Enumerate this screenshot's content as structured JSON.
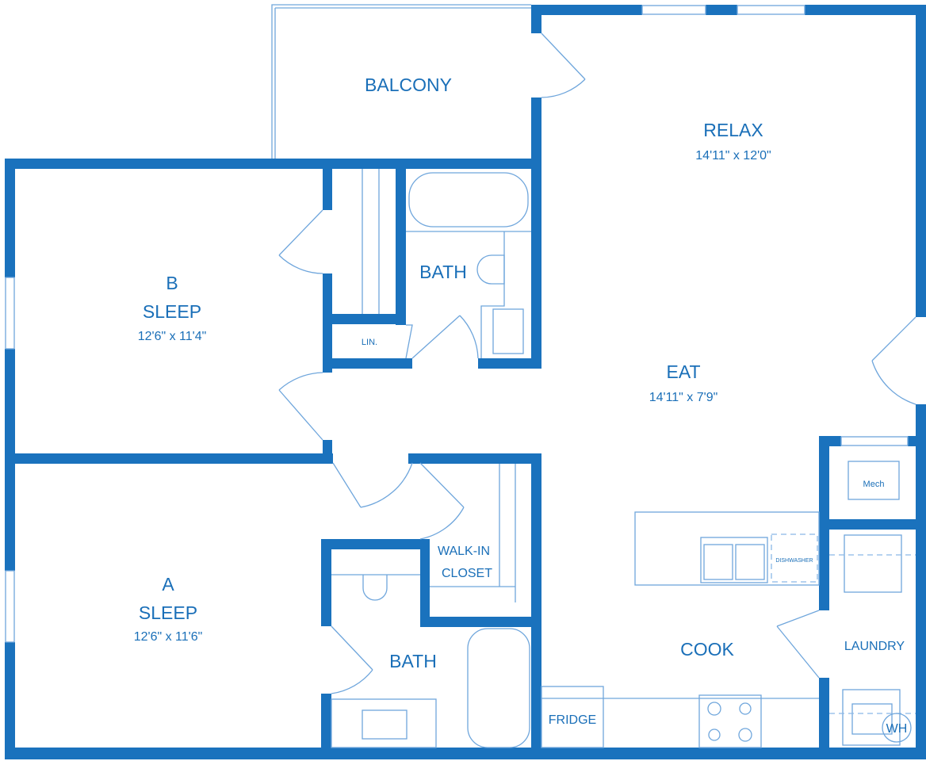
{
  "colors": {
    "wall": "#1a72bd",
    "fixture_line": "#6fa6dc",
    "label": "#1a6fb8"
  },
  "rooms": {
    "balcony": {
      "name": "BALCONY"
    },
    "relax": {
      "name": "RELAX",
      "dimensions": "14'11\" x 12'0\""
    },
    "eat": {
      "name": "EAT",
      "dimensions": "14'11\" x 7'9\""
    },
    "bedroom_b": {
      "letter": "B",
      "name": "SLEEP",
      "dimensions": "12'6\" x 11'4\""
    },
    "bedroom_a": {
      "letter": "A",
      "name": "SLEEP",
      "dimensions": "12'6\" x 11'6\""
    },
    "bath_upper": {
      "name": "BATH"
    },
    "bath_lower": {
      "name": "BATH"
    },
    "linen": {
      "name": "LIN."
    },
    "walk_in_closet": {
      "line1": "WALK-IN",
      "line2": "CLOSET"
    },
    "cook": {
      "name": "COOK"
    },
    "laundry": {
      "name": "LAUNDRY"
    },
    "mech": {
      "name": "Mech"
    }
  },
  "fixtures": {
    "dishwasher": "DISHWASHER",
    "fridge": "FRIDGE",
    "water_heater": "WH"
  }
}
